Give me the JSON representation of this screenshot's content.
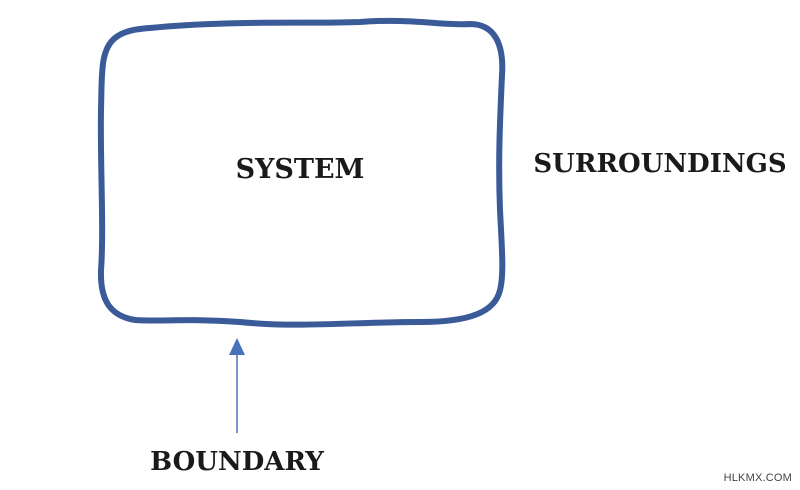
{
  "diagram": {
    "system_label": "SYSTEM",
    "surroundings_label": "SURROUNDINGS",
    "boundary_label": "BOUNDARY",
    "boundary_color": "#3a5a98",
    "arrow_color": "#4a72b8",
    "text_color": "#1a1a1a"
  },
  "watermark": {
    "text": "HLKMX.COM"
  }
}
